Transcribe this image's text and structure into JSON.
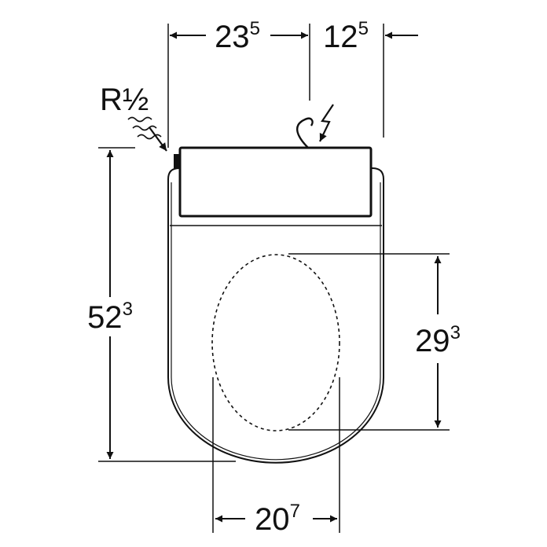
{
  "dimensions": {
    "top_left": {
      "main": "23",
      "sup": "5"
    },
    "top_right": {
      "main": "12",
      "sup": "5"
    },
    "left_height": {
      "main": "52",
      "sup": "3"
    },
    "right_height": {
      "main": "29",
      "sup": "3"
    },
    "bottom_width": {
      "main": "20",
      "sup": "7"
    }
  },
  "labels": {
    "water_connection": "R½"
  },
  "icons": {
    "water_supply": "wavy-water-icon",
    "electrical": "lightning-bolt-icon"
  },
  "colors": {
    "line": "#111111",
    "background": "#ffffff"
  }
}
